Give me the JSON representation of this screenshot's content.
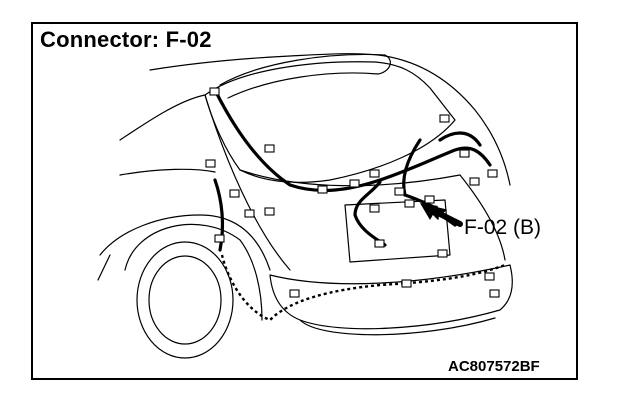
{
  "diagram": {
    "title": "Connector: F-02",
    "callout_label": "F-02 (B)",
    "figure_code": "AC807572BF",
    "ink_color": "#000000",
    "background_color": "#ffffff"
  }
}
